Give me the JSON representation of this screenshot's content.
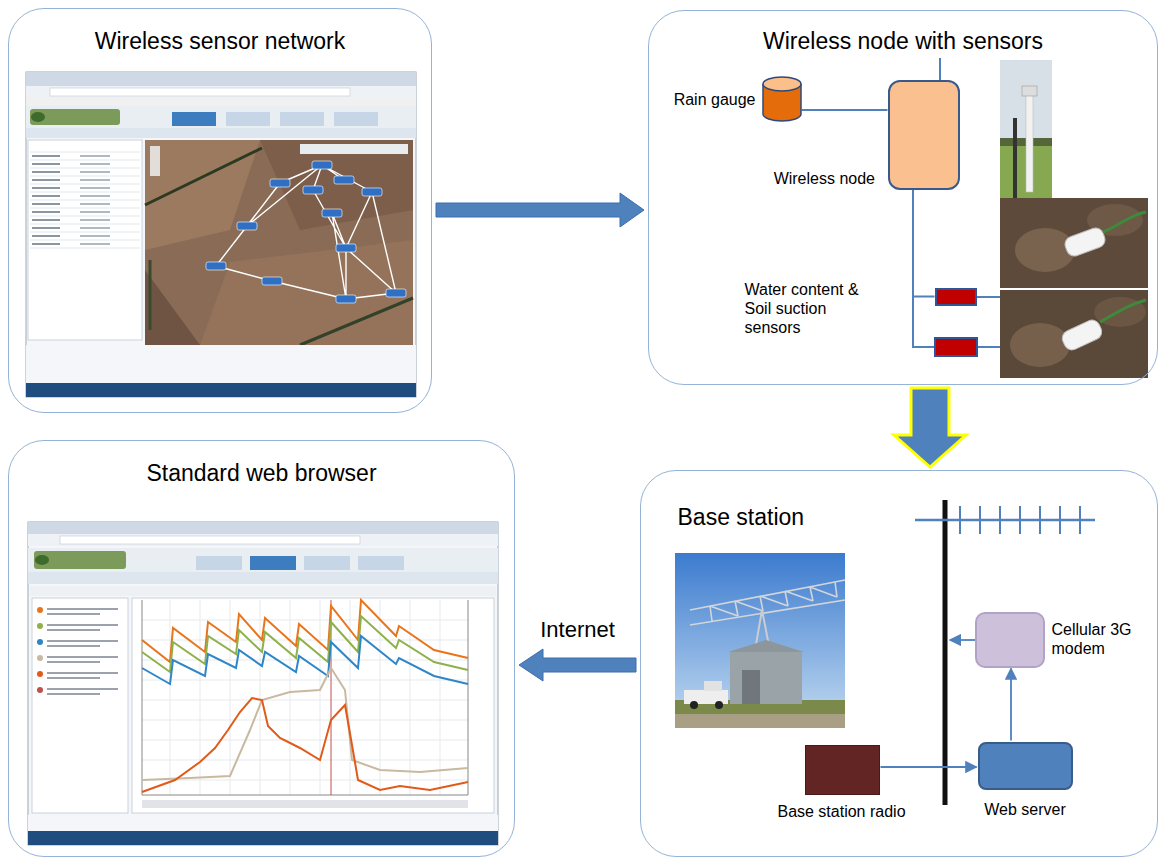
{
  "diagram": {
    "nodes": [
      {
        "text": [
          "Wireless sensor network"
        ]
      },
      {
        "text": [
          "Wireless node with sensors"
        ]
      },
      {
        "text": [
          "Base station"
        ]
      },
      {
        "text": [
          "Standard web browser"
        ]
      },
      {
        "text": [
          "Rain gauge"
        ],
        "in": 1
      },
      {
        "text": [
          "Wireless node"
        ],
        "in": 1
      },
      {
        "text": [
          "Water content & Soil suction sensors"
        ],
        "in": 1
      },
      {
        "text": [
          "Cellular 3G modem"
        ],
        "in": 2
      },
      {
        "text": [
          "Base station radio"
        ],
        "in": 2
      },
      {
        "text": [
          "Web server"
        ],
        "in": 2
      }
    ],
    "edges": [
      {
        "from": 0,
        "to": 1,
        "arrow": "to"
      },
      {
        "from": 1,
        "to": 2,
        "arrow": "to"
      },
      {
        "from": 2,
        "to": 3,
        "arrow": "to",
        "label": "Internet"
      },
      {
        "from": 4,
        "to": 5,
        "arrow": "none"
      },
      {
        "from": 5,
        "to": 6,
        "arrow": "none"
      },
      {
        "from": 8,
        "to": 9,
        "arrow": "to"
      },
      {
        "from": 9,
        "to": 7,
        "arrow": "to"
      }
    ]
  }
}
